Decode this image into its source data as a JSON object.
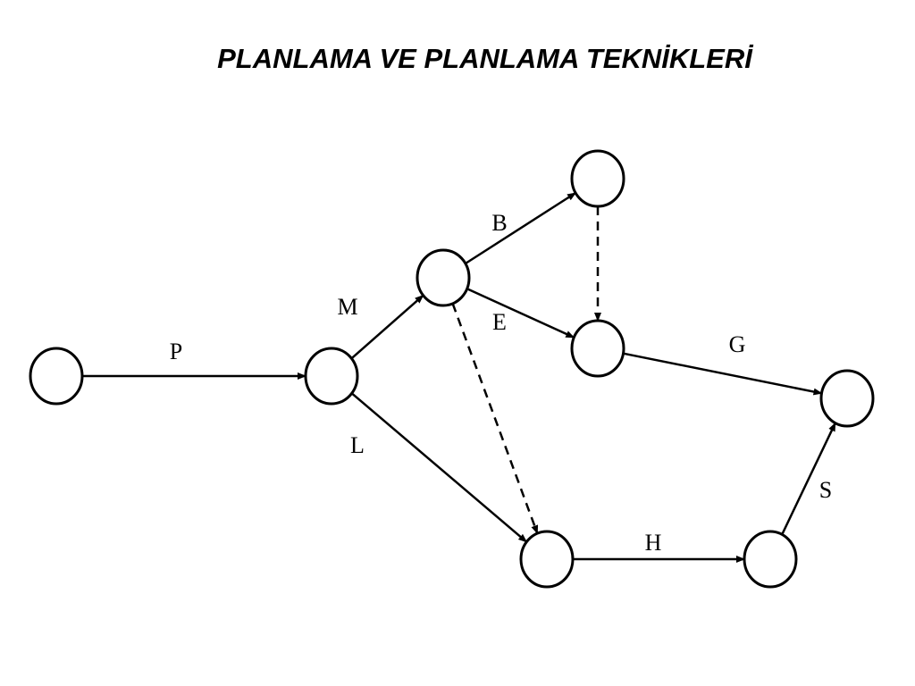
{
  "title": "PLANLAMA VE PLANLAMA TEKNİKLERİ",
  "nodes": [
    {
      "id": "n1",
      "name": "node-start"
    },
    {
      "id": "n2",
      "name": "node-2"
    },
    {
      "id": "n3",
      "name": "node-3"
    },
    {
      "id": "n4",
      "name": "node-4"
    },
    {
      "id": "n5",
      "name": "node-5"
    },
    {
      "id": "n6",
      "name": "node-6"
    },
    {
      "id": "n7",
      "name": "node-7"
    },
    {
      "id": "n8",
      "name": "node-end"
    }
  ],
  "activities": [
    {
      "label": "P",
      "from": "n1",
      "to": "n2",
      "dashed": false
    },
    {
      "label": "M",
      "from": "n2",
      "to": "n3",
      "dashed": false
    },
    {
      "label": "L",
      "from": "n2",
      "to": "n6",
      "dashed": false
    },
    {
      "label": "B",
      "from": "n3",
      "to": "n4",
      "dashed": false
    },
    {
      "label": "E",
      "from": "n3",
      "to": "n5",
      "dashed": false
    },
    {
      "label": "",
      "from": "n4",
      "to": "n5",
      "dashed": true
    },
    {
      "label": "",
      "from": "n3",
      "to": "n6",
      "dashed": true
    },
    {
      "label": "G",
      "from": "n5",
      "to": "n8",
      "dashed": false
    },
    {
      "label": "H",
      "from": "n6",
      "to": "n7",
      "dashed": false
    },
    {
      "label": "S",
      "from": "n7",
      "to": "n8",
      "dashed": false
    }
  ]
}
